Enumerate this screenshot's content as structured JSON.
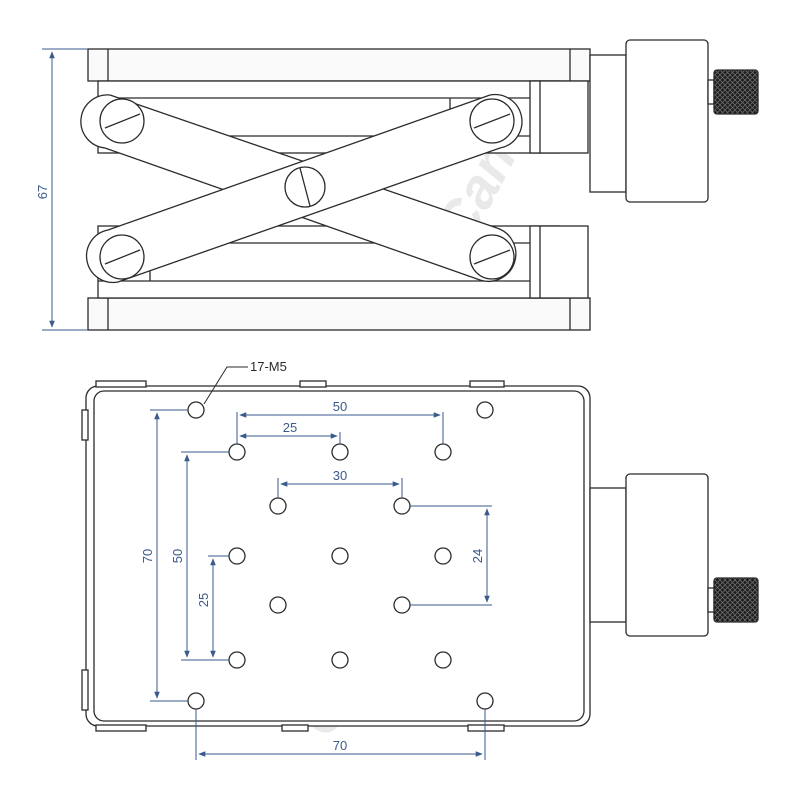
{
  "watermark": {
    "text": "Canwei",
    "mark": "®"
  },
  "side_view": {
    "height_label": "67"
  },
  "top_view": {
    "hole_callout": "17-M5",
    "dims": {
      "top_50": "50",
      "top_25": "25",
      "mid_30": "30",
      "right_24": "24",
      "left_70": "70",
      "left_50": "50",
      "left_25": "25",
      "bottom_70": "70"
    }
  }
}
